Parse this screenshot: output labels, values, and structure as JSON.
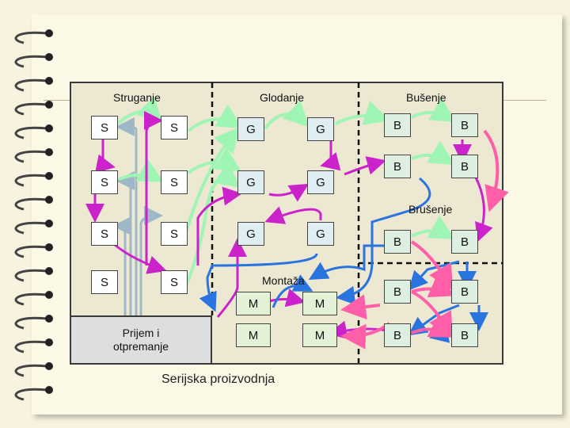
{
  "zones": {
    "struganje": "Struganje",
    "glodanje": "Glodanje",
    "busenje": "Bušenje",
    "brusenje": "Brušenje",
    "montaza": "Montaža"
  },
  "machines": {
    "s": "S",
    "g": "G",
    "b": "B",
    "m": "M"
  },
  "prijem": {
    "line1": "Prijem i",
    "line2": "otpremanje"
  },
  "caption": "Serijska proizvodnja",
  "colors": {
    "green_flow": "#9ff5b4",
    "magenta_flow": "#cc22cc",
    "blue_flow": "#2a74e0",
    "pink_flow": "#ff5fa8",
    "grey_flow": "#9fb8c8"
  }
}
